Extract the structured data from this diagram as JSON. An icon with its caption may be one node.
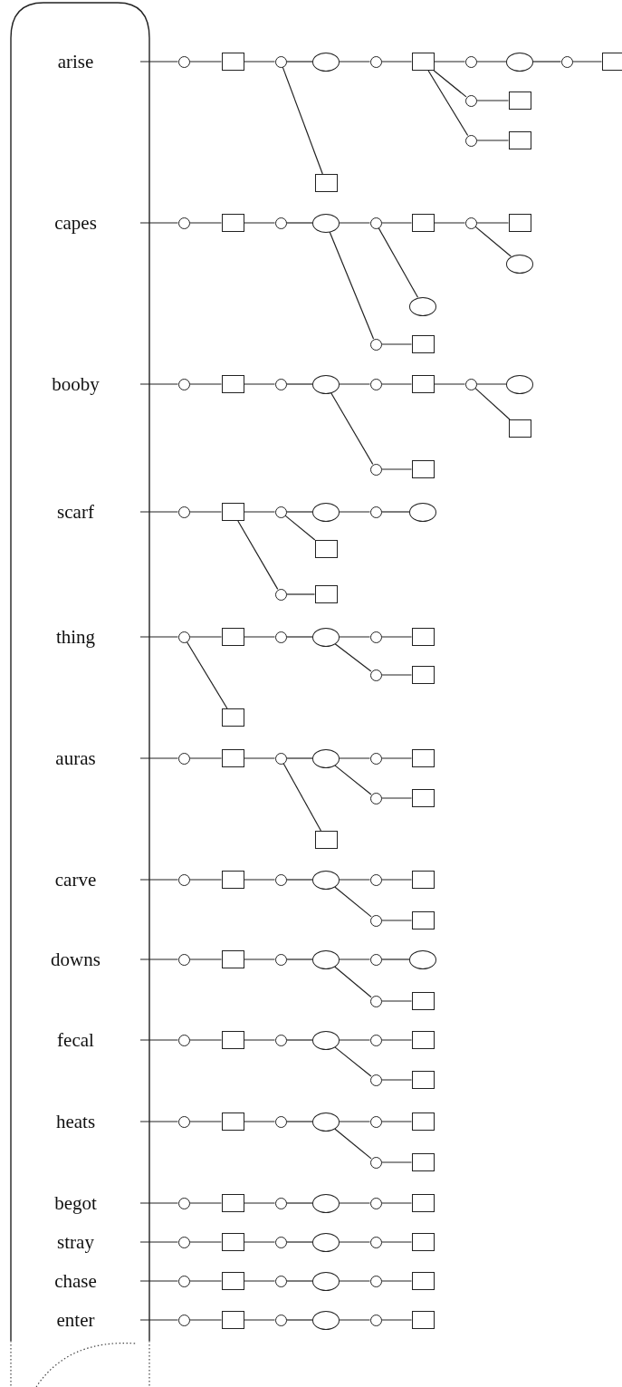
{
  "diagram": {
    "nodes": [
      {
        "text": [],
        "shape": "scroll"
      },
      {
        "text": [
          "arise"
        ],
        "in": 0
      },
      {
        "text": [],
        "shape": "circle"
      },
      {
        "text": [],
        "shape": "box"
      },
      {
        "text": [],
        "shape": "circle"
      },
      {
        "text": [],
        "shape": "ellipse"
      },
      {
        "text": [],
        "shape": "circle"
      },
      {
        "text": [],
        "shape": "box"
      },
      {
        "text": [],
        "shape": "circle"
      },
      {
        "text": [],
        "shape": "ellipse"
      },
      {
        "text": [],
        "shape": "circle"
      },
      {
        "text": [],
        "shape": "box"
      },
      {
        "text": [],
        "shape": "circle"
      },
      {
        "text": [],
        "shape": "box"
      },
      {
        "text": [],
        "shape": "circle"
      },
      {
        "text": [],
        "shape": "box"
      },
      {
        "text": [],
        "shape": "box"
      },
      {
        "text": [
          "capes"
        ],
        "in": 0
      },
      {
        "text": [],
        "shape": "circle"
      },
      {
        "text": [],
        "shape": "box"
      },
      {
        "text": [],
        "shape": "circle"
      },
      {
        "text": [],
        "shape": "ellipse"
      },
      {
        "text": [],
        "shape": "circle"
      },
      {
        "text": [],
        "shape": "box"
      },
      {
        "text": [],
        "shape": "circle"
      },
      {
        "text": [],
        "shape": "box"
      },
      {
        "text": [],
        "shape": "ellipse"
      },
      {
        "text": [],
        "shape": "ellipse"
      },
      {
        "text": [],
        "shape": "circle"
      },
      {
        "text": [],
        "shape": "box"
      },
      {
        "text": [
          "booby"
        ],
        "in": 0
      },
      {
        "text": [],
        "shape": "circle"
      },
      {
        "text": [],
        "shape": "box"
      },
      {
        "text": [],
        "shape": "circle"
      },
      {
        "text": [],
        "shape": "ellipse"
      },
      {
        "text": [],
        "shape": "circle"
      },
      {
        "text": [],
        "shape": "box"
      },
      {
        "text": [],
        "shape": "circle"
      },
      {
        "text": [],
        "shape": "ellipse"
      },
      {
        "text": [],
        "shape": "box"
      },
      {
        "text": [],
        "shape": "circle"
      },
      {
        "text": [],
        "shape": "box"
      },
      {
        "text": [
          "scarf"
        ],
        "in": 0
      },
      {
        "text": [],
        "shape": "circle"
      },
      {
        "text": [],
        "shape": "box"
      },
      {
        "text": [],
        "shape": "circle"
      },
      {
        "text": [],
        "shape": "ellipse"
      },
      {
        "text": [],
        "shape": "circle"
      },
      {
        "text": [],
        "shape": "ellipse"
      },
      {
        "text": [],
        "shape": "box"
      },
      {
        "text": [],
        "shape": "circle"
      },
      {
        "text": [],
        "shape": "box"
      },
      {
        "text": [
          "thing"
        ],
        "in": 0
      },
      {
        "text": [],
        "shape": "circle"
      },
      {
        "text": [],
        "shape": "box"
      },
      {
        "text": [],
        "shape": "circle"
      },
      {
        "text": [],
        "shape": "ellipse"
      },
      {
        "text": [],
        "shape": "circle"
      },
      {
        "text": [],
        "shape": "box"
      },
      {
        "text": [],
        "shape": "circle"
      },
      {
        "text": [],
        "shape": "box"
      },
      {
        "text": [],
        "shape": "box"
      },
      {
        "text": [
          "auras"
        ],
        "in": 0
      },
      {
        "text": [],
        "shape": "circle"
      },
      {
        "text": [],
        "shape": "box"
      },
      {
        "text": [],
        "shape": "circle"
      },
      {
        "text": [],
        "shape": "ellipse"
      },
      {
        "text": [],
        "shape": "circle"
      },
      {
        "text": [],
        "shape": "box"
      },
      {
        "text": [],
        "shape": "circle"
      },
      {
        "text": [],
        "shape": "box"
      },
      {
        "text": [],
        "shape": "box"
      },
      {
        "text": [
          "carve"
        ],
        "in": 0
      },
      {
        "text": [],
        "shape": "circle"
      },
      {
        "text": [],
        "shape": "box"
      },
      {
        "text": [],
        "shape": "circle"
      },
      {
        "text": [],
        "shape": "ellipse"
      },
      {
        "text": [],
        "shape": "circle"
      },
      {
        "text": [],
        "shape": "box"
      },
      {
        "text": [],
        "shape": "circle"
      },
      {
        "text": [],
        "shape": "box"
      },
      {
        "text": [
          "downs"
        ],
        "in": 0
      },
      {
        "text": [],
        "shape": "circle"
      },
      {
        "text": [],
        "shape": "box"
      },
      {
        "text": [],
        "shape": "circle"
      },
      {
        "text": [],
        "shape": "ellipse"
      },
      {
        "text": [],
        "shape": "circle"
      },
      {
        "text": [],
        "shape": "ellipse"
      },
      {
        "text": [],
        "shape": "circle"
      },
      {
        "text": [],
        "shape": "box"
      },
      {
        "text": [
          "fecal"
        ],
        "in": 0
      },
      {
        "text": [],
        "shape": "circle"
      },
      {
        "text": [],
        "shape": "box"
      },
      {
        "text": [],
        "shape": "circle"
      },
      {
        "text": [],
        "shape": "ellipse"
      },
      {
        "text": [],
        "shape": "circle"
      },
      {
        "text": [],
        "shape": "box"
      },
      {
        "text": [],
        "shape": "circle"
      },
      {
        "text": [],
        "shape": "box"
      },
      {
        "text": [
          "heats"
        ],
        "in": 0
      },
      {
        "text": [],
        "shape": "circle"
      },
      {
        "text": [],
        "shape": "box"
      },
      {
        "text": [],
        "shape": "circle"
      },
      {
        "text": [],
        "shape": "ellipse"
      },
      {
        "text": [],
        "shape": "circle"
      },
      {
        "text": [],
        "shape": "box"
      },
      {
        "text": [],
        "shape": "circle"
      },
      {
        "text": [],
        "shape": "box"
      },
      {
        "text": [
          "begot"
        ],
        "in": 0
      },
      {
        "text": [],
        "shape": "circle"
      },
      {
        "text": [],
        "shape": "box"
      },
      {
        "text": [],
        "shape": "circle"
      },
      {
        "text": [],
        "shape": "ellipse"
      },
      {
        "text": [],
        "shape": "circle"
      },
      {
        "text": [],
        "shape": "box"
      },
      {
        "text": [
          "stray"
        ],
        "in": 0
      },
      {
        "text": [],
        "shape": "circle"
      },
      {
        "text": [],
        "shape": "box"
      },
      {
        "text": [],
        "shape": "circle"
      },
      {
        "text": [],
        "shape": "ellipse"
      },
      {
        "text": [],
        "shape": "circle"
      },
      {
        "text": [],
        "shape": "box"
      },
      {
        "text": [
          "chase"
        ],
        "in": 0
      },
      {
        "text": [],
        "shape": "circle"
      },
      {
        "text": [],
        "shape": "box"
      },
      {
        "text": [],
        "shape": "circle"
      },
      {
        "text": [],
        "shape": "ellipse"
      },
      {
        "text": [],
        "shape": "circle"
      },
      {
        "text": [],
        "shape": "box"
      },
      {
        "text": [
          "enter"
        ],
        "in": 0
      },
      {
        "text": [],
        "shape": "circle"
      },
      {
        "text": [],
        "shape": "box"
      },
      {
        "text": [],
        "shape": "circle"
      },
      {
        "text": [],
        "shape": "ellipse"
      },
      {
        "text": [],
        "shape": "circle"
      },
      {
        "text": [],
        "shape": "box"
      }
    ],
    "edges": [
      {
        "from": 1,
        "to": 2,
        "arrow": "none"
      },
      {
        "from": 2,
        "to": 3,
        "arrow": "none"
      },
      {
        "from": 3,
        "to": 4,
        "arrow": "none"
      },
      {
        "from": 4,
        "to": 5,
        "arrow": "none"
      },
      {
        "from": 5,
        "to": 6,
        "arrow": "none"
      },
      {
        "from": 6,
        "to": 7,
        "arrow": "none"
      },
      {
        "from": 7,
        "to": 8,
        "arrow": "none"
      },
      {
        "from": 8,
        "to": 9,
        "arrow": "none"
      },
      {
        "from": 9,
        "to": 10,
        "arrow": "none"
      },
      {
        "from": 10,
        "to": 11,
        "arrow": "none"
      },
      {
        "from": 7,
        "to": 12,
        "arrow": "none"
      },
      {
        "from": 12,
        "to": 13,
        "arrow": "none"
      },
      {
        "from": 7,
        "to": 14,
        "arrow": "none"
      },
      {
        "from": 14,
        "to": 15,
        "arrow": "none"
      },
      {
        "from": 4,
        "to": 16,
        "arrow": "none"
      },
      {
        "from": 17,
        "to": 18,
        "arrow": "none"
      },
      {
        "from": 18,
        "to": 19,
        "arrow": "none"
      },
      {
        "from": 19,
        "to": 20,
        "arrow": "none"
      },
      {
        "from": 20,
        "to": 21,
        "arrow": "none"
      },
      {
        "from": 21,
        "to": 22,
        "arrow": "none"
      },
      {
        "from": 22,
        "to": 23,
        "arrow": "none"
      },
      {
        "from": 23,
        "to": 24,
        "arrow": "none"
      },
      {
        "from": 24,
        "to": 25,
        "arrow": "none"
      },
      {
        "from": 24,
        "to": 26,
        "arrow": "none"
      },
      {
        "from": 22,
        "to": 27,
        "arrow": "none"
      },
      {
        "from": 21,
        "to": 28,
        "arrow": "none"
      },
      {
        "from": 28,
        "to": 29,
        "arrow": "none"
      },
      {
        "from": 30,
        "to": 31,
        "arrow": "none"
      },
      {
        "from": 31,
        "to": 32,
        "arrow": "none"
      },
      {
        "from": 32,
        "to": 33,
        "arrow": "none"
      },
      {
        "from": 33,
        "to": 34,
        "arrow": "none"
      },
      {
        "from": 34,
        "to": 35,
        "arrow": "none"
      },
      {
        "from": 35,
        "to": 36,
        "arrow": "none"
      },
      {
        "from": 36,
        "to": 37,
        "arrow": "none"
      },
      {
        "from": 37,
        "to": 38,
        "arrow": "none"
      },
      {
        "from": 37,
        "to": 39,
        "arrow": "none"
      },
      {
        "from": 34,
        "to": 40,
        "arrow": "none"
      },
      {
        "from": 40,
        "to": 41,
        "arrow": "none"
      },
      {
        "from": 42,
        "to": 43,
        "arrow": "none"
      },
      {
        "from": 43,
        "to": 44,
        "arrow": "none"
      },
      {
        "from": 44,
        "to": 45,
        "arrow": "none"
      },
      {
        "from": 45,
        "to": 46,
        "arrow": "none"
      },
      {
        "from": 46,
        "to": 47,
        "arrow": "none"
      },
      {
        "from": 47,
        "to": 48,
        "arrow": "none"
      },
      {
        "from": 45,
        "to": 49,
        "arrow": "none"
      },
      {
        "from": 44,
        "to": 50,
        "arrow": "none"
      },
      {
        "from": 50,
        "to": 51,
        "arrow": "none"
      },
      {
        "from": 52,
        "to": 53,
        "arrow": "none"
      },
      {
        "from": 53,
        "to": 54,
        "arrow": "none"
      },
      {
        "from": 54,
        "to": 55,
        "arrow": "none"
      },
      {
        "from": 55,
        "to": 56,
        "arrow": "none"
      },
      {
        "from": 56,
        "to": 57,
        "arrow": "none"
      },
      {
        "from": 57,
        "to": 58,
        "arrow": "none"
      },
      {
        "from": 56,
        "to": 59,
        "arrow": "none"
      },
      {
        "from": 59,
        "to": 60,
        "arrow": "none"
      },
      {
        "from": 53,
        "to": 61,
        "arrow": "none"
      },
      {
        "from": 62,
        "to": 63,
        "arrow": "none"
      },
      {
        "from": 63,
        "to": 64,
        "arrow": "none"
      },
      {
        "from": 64,
        "to": 65,
        "arrow": "none"
      },
      {
        "from": 65,
        "to": 66,
        "arrow": "none"
      },
      {
        "from": 66,
        "to": 67,
        "arrow": "none"
      },
      {
        "from": 67,
        "to": 68,
        "arrow": "none"
      },
      {
        "from": 66,
        "to": 69,
        "arrow": "none"
      },
      {
        "from": 69,
        "to": 70,
        "arrow": "none"
      },
      {
        "from": 65,
        "to": 71,
        "arrow": "none"
      },
      {
        "from": 72,
        "to": 73,
        "arrow": "none"
      },
      {
        "from": 73,
        "to": 74,
        "arrow": "none"
      },
      {
        "from": 74,
        "to": 75,
        "arrow": "none"
      },
      {
        "from": 75,
        "to": 76,
        "arrow": "none"
      },
      {
        "from": 76,
        "to": 77,
        "arrow": "none"
      },
      {
        "from": 77,
        "to": 78,
        "arrow": "none"
      },
      {
        "from": 76,
        "to": 79,
        "arrow": "none"
      },
      {
        "from": 79,
        "to": 80,
        "arrow": "none"
      },
      {
        "from": 81,
        "to": 82,
        "arrow": "none"
      },
      {
        "from": 82,
        "to": 83,
        "arrow": "none"
      },
      {
        "from": 83,
        "to": 84,
        "arrow": "none"
      },
      {
        "from": 84,
        "to": 85,
        "arrow": "none"
      },
      {
        "from": 85,
        "to": 86,
        "arrow": "none"
      },
      {
        "from": 86,
        "to": 87,
        "arrow": "none"
      },
      {
        "from": 85,
        "to": 88,
        "arrow": "none"
      },
      {
        "from": 88,
        "to": 89,
        "arrow": "none"
      },
      {
        "from": 90,
        "to": 91,
        "arrow": "none"
      },
      {
        "from": 91,
        "to": 92,
        "arrow": "none"
      },
      {
        "from": 92,
        "to": 93,
        "arrow": "none"
      },
      {
        "from": 93,
        "to": 94,
        "arrow": "none"
      },
      {
        "from": 94,
        "to": 95,
        "arrow": "none"
      },
      {
        "from": 95,
        "to": 96,
        "arrow": "none"
      },
      {
        "from": 94,
        "to": 97,
        "arrow": "none"
      },
      {
        "from": 97,
        "to": 98,
        "arrow": "none"
      },
      {
        "from": 99,
        "to": 100,
        "arrow": "none"
      },
      {
        "from": 100,
        "to": 101,
        "arrow": "none"
      },
      {
        "from": 101,
        "to": 102,
        "arrow": "none"
      },
      {
        "from": 102,
        "to": 103,
        "arrow": "none"
      },
      {
        "from": 103,
        "to": 104,
        "arrow": "none"
      },
      {
        "from": 104,
        "to": 105,
        "arrow": "none"
      },
      {
        "from": 103,
        "to": 106,
        "arrow": "none"
      },
      {
        "from": 106,
        "to": 107,
        "arrow": "none"
      },
      {
        "from": 108,
        "to": 109,
        "arrow": "none"
      },
      {
        "from": 109,
        "to": 110,
        "arrow": "none"
      },
      {
        "from": 110,
        "to": 111,
        "arrow": "none"
      },
      {
        "from": 111,
        "to": 112,
        "arrow": "none"
      },
      {
        "from": 112,
        "to": 113,
        "arrow": "none"
      },
      {
        "from": 113,
        "to": 114,
        "arrow": "none"
      },
      {
        "from": 115,
        "to": 116,
        "arrow": "none"
      },
      {
        "from": 116,
        "to": 117,
        "arrow": "none"
      },
      {
        "from": 117,
        "to": 118,
        "arrow": "none"
      },
      {
        "from": 118,
        "to": 119,
        "arrow": "none"
      },
      {
        "from": 119,
        "to": 120,
        "arrow": "none"
      },
      {
        "from": 120,
        "to": 121,
        "arrow": "none"
      },
      {
        "from": 122,
        "to": 123,
        "arrow": "none"
      },
      {
        "from": 123,
        "to": 124,
        "arrow": "none"
      },
      {
        "from": 124,
        "to": 125,
        "arrow": "none"
      },
      {
        "from": 125,
        "to": 126,
        "arrow": "none"
      },
      {
        "from": 126,
        "to": 127,
        "arrow": "none"
      },
      {
        "from": 127,
        "to": 128,
        "arrow": "none"
      },
      {
        "from": 129,
        "to": 130,
        "arrow": "none"
      },
      {
        "from": 130,
        "to": 131,
        "arrow": "none"
      },
      {
        "from": 131,
        "to": 132,
        "arrow": "none"
      },
      {
        "from": 132,
        "to": 133,
        "arrow": "none"
      },
      {
        "from": 133,
        "to": 134,
        "arrow": "none"
      },
      {
        "from": 134,
        "to": 135,
        "arrow": "none"
      }
    ]
  }
}
